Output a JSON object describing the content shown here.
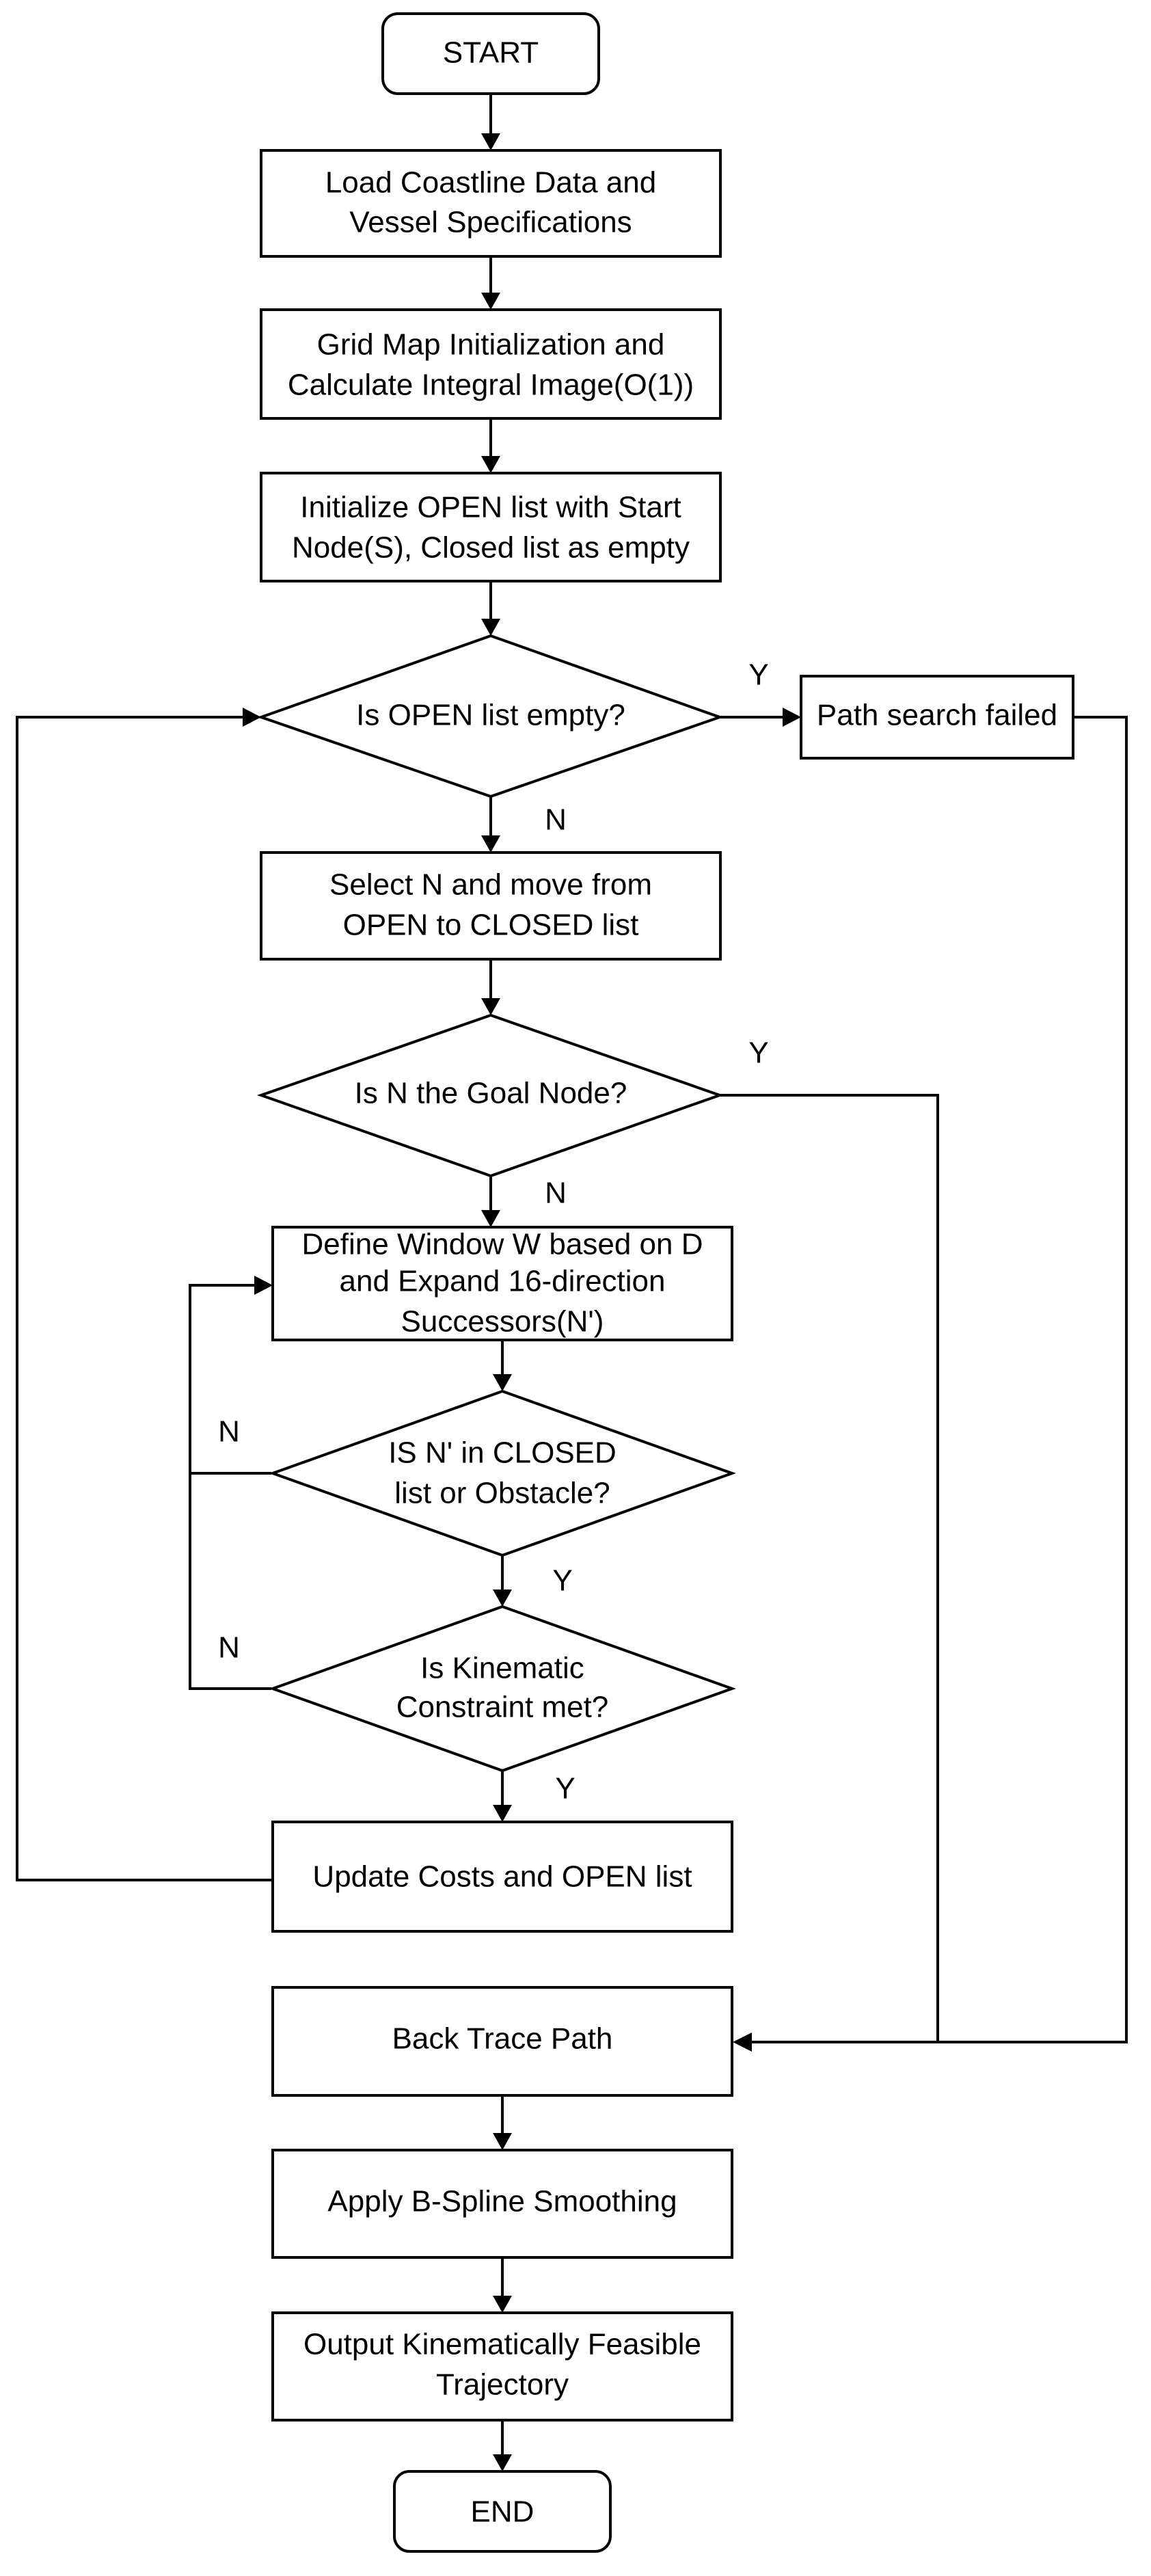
{
  "nodes": {
    "start": {
      "label": "START"
    },
    "load": {
      "line1": "Load Coastline Data and",
      "line2": "Vessel Specifications"
    },
    "grid": {
      "line1": "Grid Map Initialization and",
      "line2": "Calculate Integral Image(O(1))"
    },
    "init": {
      "line1": "Initialize OPEN list with Start",
      "line2": "Node(S), Closed list as empty"
    },
    "open_empty": {
      "label": "Is OPEN list empty?"
    },
    "failed": {
      "label": "Path search failed"
    },
    "select": {
      "line1": "Select N and move from",
      "line2": "OPEN  to CLOSED list"
    },
    "goal": {
      "label": "Is N the Goal Node?"
    },
    "define": {
      "line1": "Define Window W based on D",
      "line2": "and Expand 16-direction",
      "line3": "Successors(N')"
    },
    "closed_check": {
      "line1": "IS N' in CLOSED",
      "line2": "list or Obstacle?"
    },
    "kinematic": {
      "line1": "Is Kinematic",
      "line2": "Constraint met?"
    },
    "update": {
      "label": "Update Costs and OPEN list"
    },
    "backtrace": {
      "label": "Back Trace Path"
    },
    "bspline": {
      "label": "Apply B-Spline Smoothing"
    },
    "output": {
      "line1": "Output Kinematically Feasible",
      "line2": "Trajectory"
    },
    "end": {
      "label": "END"
    }
  },
  "edge_labels": {
    "open_empty_yes": "Y",
    "open_empty_no": "N",
    "goal_yes": "Y",
    "goal_no": "N",
    "closed_no": "N",
    "closed_yes": "Y",
    "kinematic_no": "N",
    "kinematic_yes": "Y"
  }
}
